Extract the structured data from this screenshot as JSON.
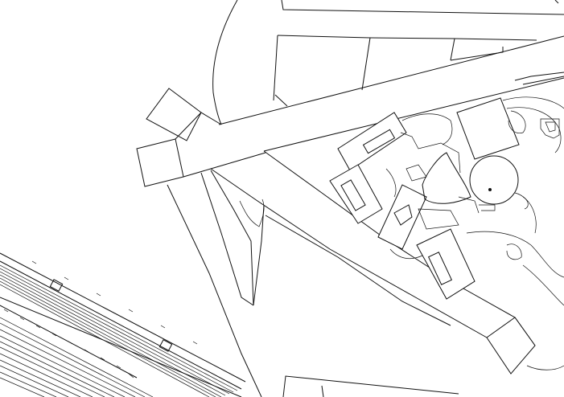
{
  "drawing": {
    "kind": "site-plan-linework",
    "line_color": "#111111",
    "background_color": "#ffffff",
    "elements": [
      "building-top",
      "main-road",
      "diagonal-road",
      "plaza-complex",
      "circular-pavilion",
      "railway-tracks",
      "building-bottom"
    ]
  }
}
